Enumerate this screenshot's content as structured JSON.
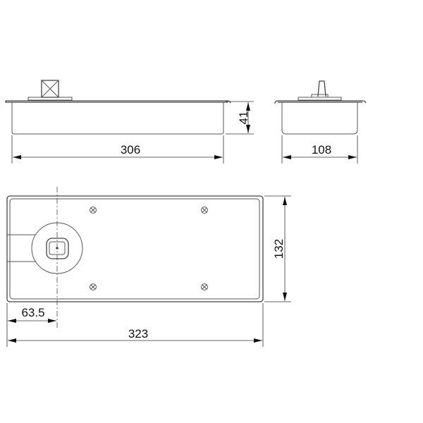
{
  "drawing": {
    "front_view": {
      "length_label": "306",
      "height_label": "41"
    },
    "side_view": {
      "width_label": "108"
    },
    "top_view": {
      "width_label": "132",
      "length_label": "323",
      "spindle_offset_label": "63.5"
    },
    "line_color": "#555555",
    "background": "#ffffff"
  }
}
